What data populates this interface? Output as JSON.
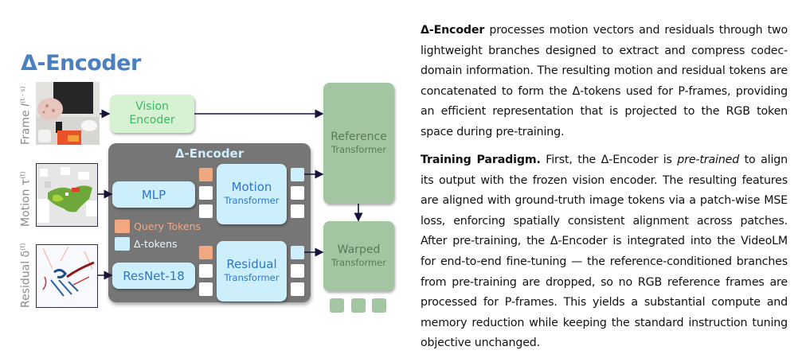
{
  "figure": {
    "title": "Δ-Encoder",
    "inputs": {
      "frame": {
        "label": "Frame ",
        "symbol": "I",
        "superscript": "(t - s)"
      },
      "motion": {
        "label": "Motion ",
        "symbol": "τ",
        "superscript": "(t)"
      },
      "residual": {
        "label": "Residual ",
        "symbol": "δ",
        "superscript": "(t)"
      }
    },
    "vision_encoder": {
      "line1": "Vision",
      "line2": "Encoder"
    },
    "delta_encoder_panel": {
      "title": "Δ-Encoder"
    },
    "mlp": "MLP",
    "resnet": "ResNet-18",
    "motion_transformer": {
      "name": "Motion",
      "sub": "Transformer"
    },
    "residual_transformer": {
      "name": "Residual",
      "sub": "Transformer"
    },
    "legend": {
      "query_tokens": "Query Tokens",
      "delta_tokens": "Δ-tokens"
    },
    "reference_transformer": {
      "name": "Reference",
      "sub": "Transformer"
    },
    "warped_transformer": {
      "name": "Warped",
      "sub": "Transformer"
    },
    "colors": {
      "title_blue": "#4a7fc1",
      "panel_gray": "#767676",
      "light_blue": "#cdeefb",
      "query_orange": "#f0a882",
      "vision_green": "#d6f2d3",
      "transformer_green": "#a4c5a1"
    }
  },
  "text": {
    "para1": {
      "bold_lead": "Δ-Encoder",
      "body": " processes motion vectors and residuals through two lightweight branches designed to extract and compress codec-domain information. The resulting motion and residual tokens are concatenated to form the Δ-tokens used for P-frames, providing an efficient representation that is projected to the RGB token space during pre-training."
    },
    "para2": {
      "bold_lead": "Training Paradigm.",
      "body_a": " First, the Δ-Encoder is ",
      "italic": "pre-trained",
      "body_b": " to align its output with the frozen vision encoder. The resulting features are aligned with ground-truth image tokens via a patch-wise MSE loss, enforcing spatially consistent alignment across patches. After pre-training, the Δ-Encoder is integrated into the VideoLM for end-to-end fine-tuning — the reference-conditioned branches from pre-training are dropped, so no RGB reference frames are processed for P-frames. This yields a substantial compute and memory reduction while keeping the standard instruction tuning objective unchanged."
    }
  }
}
